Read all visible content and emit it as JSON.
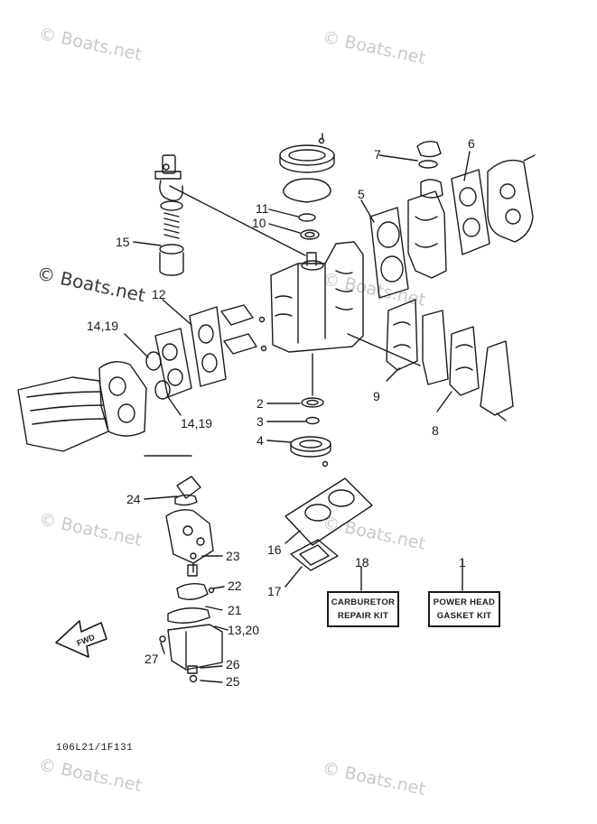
{
  "watermark": "© Boats.net",
  "callouts": {
    "c1": "1",
    "c2": "2",
    "c3": "3",
    "c4": "4",
    "c5": "5",
    "c6": "6",
    "c7": "7",
    "c8": "8",
    "c9": "9",
    "c10": "10",
    "c11": "11",
    "c12": "12",
    "c13_20": "13,20",
    "c14_19a": "14,19",
    "c14_19b": "14,19",
    "c15": "15",
    "c16": "16",
    "c17": "17",
    "c18": "18",
    "c21": "21",
    "c22": "22",
    "c23": "23",
    "c24": "24",
    "c25": "25",
    "c26": "26",
    "c27": "27"
  },
  "kits": {
    "carburetor": {
      "line1": "CARBURETOR",
      "line2": "REPAIR KIT"
    },
    "powerhead": {
      "line1": "POWER HEAD",
      "line2": "GASKET KIT"
    }
  },
  "fwd_label": "FWD",
  "drawing_code": "106L21/1F131"
}
